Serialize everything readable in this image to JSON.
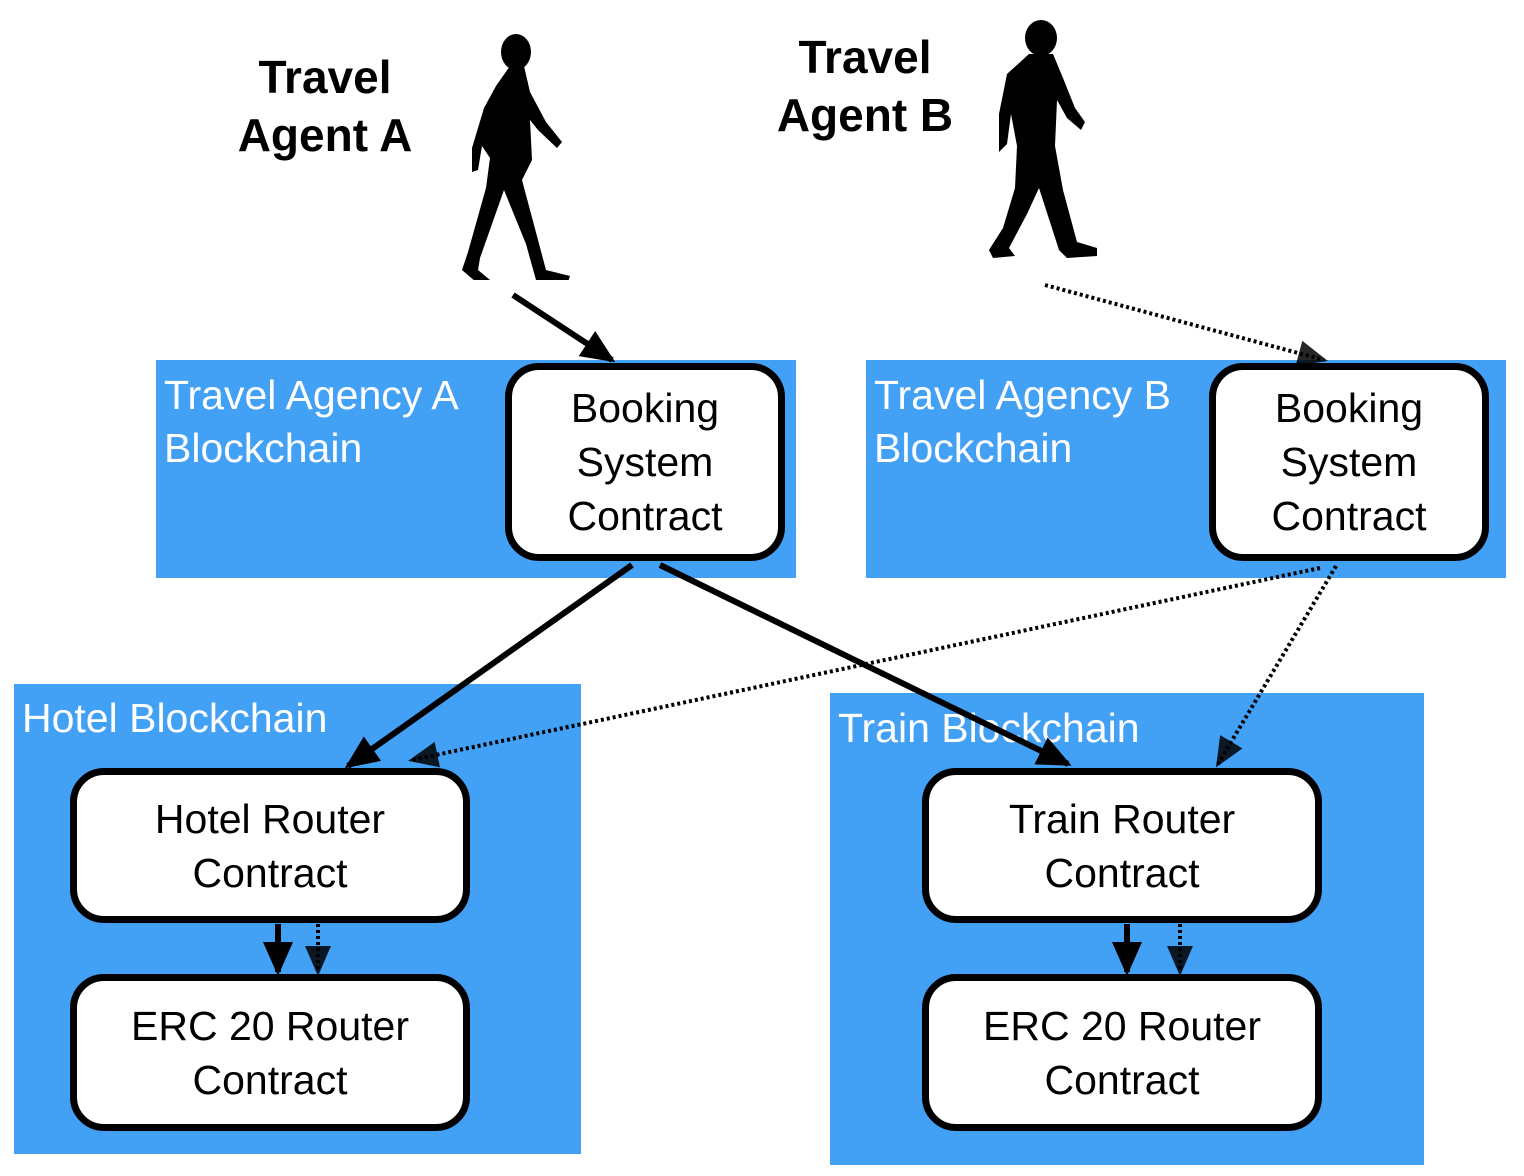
{
  "agents": {
    "a_label": "Travel\nAgent A",
    "b_label": "Travel\nAgent B"
  },
  "agency_a": {
    "label": "Travel Agency A\nBlockchain",
    "booking_label": "Booking\nSystem\nContract"
  },
  "agency_b": {
    "label": "Travel Agency B\nBlockchain",
    "booking_label": "Booking\nSystem\nContract"
  },
  "hotel": {
    "label": "Hotel Blockchain",
    "router_label": "Hotel Router\nContract",
    "erc20_label": "ERC 20 Router\nContract"
  },
  "train": {
    "label": "Train Blockchain",
    "router_label": "Train Router\nContract",
    "erc20_label": "ERC 20 Router\nContract"
  },
  "colors": {
    "blockchain_fill": "#42a0f5",
    "box_border": "#000000",
    "label_on_blue": "#ffffff"
  },
  "icons": [
    "walking-woman-icon",
    "walking-man-icon"
  ]
}
